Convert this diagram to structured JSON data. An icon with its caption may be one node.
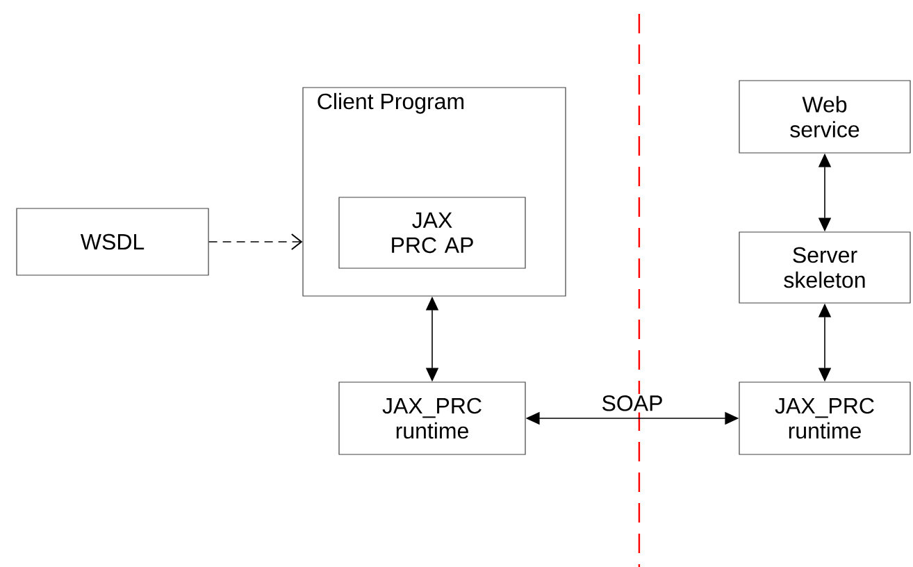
{
  "diagram": {
    "nodes": [
      {
        "text": [
          "WSDL"
        ]
      },
      {
        "text": [
          "Client Program"
        ]
      },
      {
        "text": [
          "JAX PRC AP"
        ],
        "in": 1
      },
      {
        "text": [
          "JAX_PRC runtime"
        ]
      },
      {
        "text": [
          "Web service"
        ]
      },
      {
        "text": [
          "Server skeleton"
        ]
      },
      {
        "text": [
          "JAX_PRC runtime"
        ]
      }
    ],
    "edges": [
      {
        "from": 0,
        "to": 1,
        "arrow": "to",
        "style": "dashed"
      },
      {
        "from": 1,
        "to": 3,
        "arrow": "both"
      },
      {
        "from": 3,
        "to": 6,
        "arrow": "both",
        "label": "SOAP"
      },
      {
        "from": 4,
        "to": 5,
        "arrow": "both"
      },
      {
        "from": 5,
        "to": 6,
        "arrow": "both"
      }
    ]
  }
}
